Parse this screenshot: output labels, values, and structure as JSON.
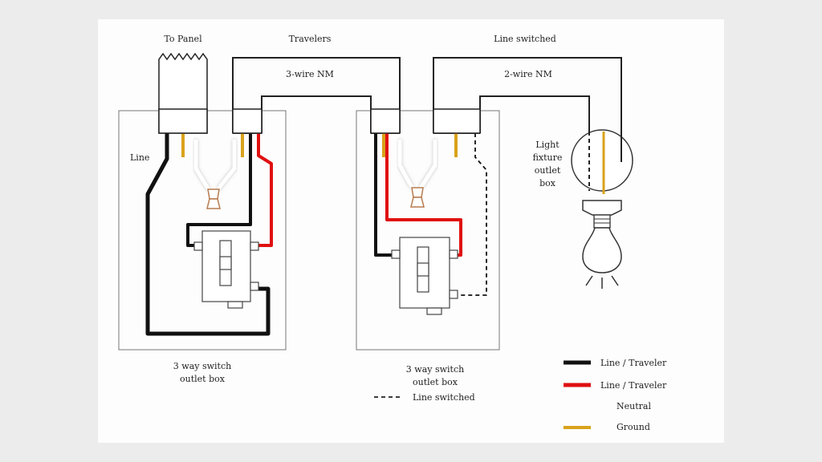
{
  "labels": {
    "to_panel": "To Panel",
    "travelers": "Travelers",
    "line_switched_top": "Line switched",
    "three_wire": "3-wire NM",
    "two_wire": "2-wire NM",
    "line": "Line",
    "fixture": [
      "Light",
      "fixture",
      "outlet",
      "box"
    ],
    "box_left": [
      "3 way switch",
      "outlet box"
    ],
    "box_right": [
      "3 way switch",
      "outlet box"
    ],
    "line_switched_key": "Line switched"
  },
  "legend": [
    {
      "label": "Line / Traveler",
      "color": "#111111"
    },
    {
      "label": "Line / Traveler",
      "color": "#e01010"
    },
    {
      "label": "Neutral",
      "color": "#ffffff"
    },
    {
      "label": "Ground",
      "color": "#d9a21b"
    }
  ],
  "colors": {
    "black": "#111111",
    "red": "#e01010",
    "neutral": "#ffffff",
    "ground": "#d9a21b",
    "outline": "#444444",
    "connector": "#b87b4f"
  }
}
